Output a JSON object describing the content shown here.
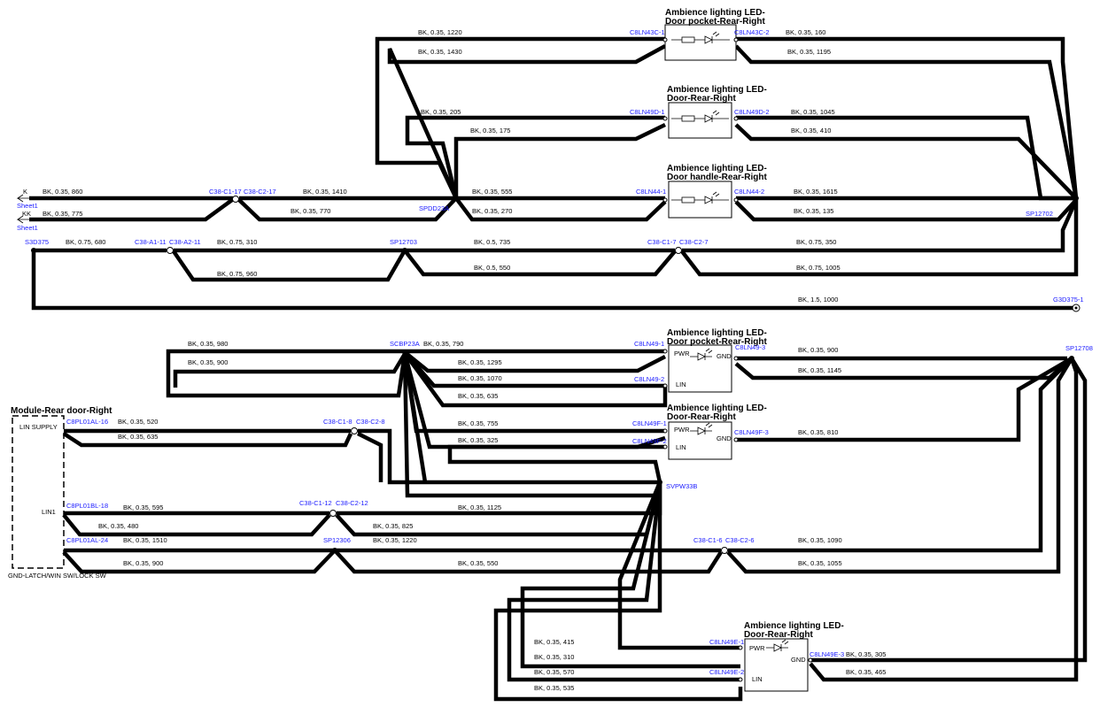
{
  "components": {
    "c1": {
      "title1": "Ambience lighting LED-",
      "title2": "Door pocket-Rear-Right"
    },
    "c2": {
      "title1": "Ambience lighting LED-",
      "title2": "Door-Rear-Right"
    },
    "c3": {
      "title1": "Ambience lighting LED-",
      "title2": "Door handle-Rear-Right"
    },
    "c4": {
      "title1": "Ambience lighting LED-",
      "title2": "Door pocket-Rear-Right",
      "pwr": "PWR",
      "gnd": "GND",
      "lin": "LIN"
    },
    "c5": {
      "title1": "Ambience lighting LED-",
      "title2": "Door-Rear-Right",
      "pwr": "PWR",
      "gnd": "GND",
      "lin": "LIN"
    },
    "c6": {
      "title1": "Ambience lighting LED-",
      "title2": "Door-Rear-Right",
      "pwr": "PWR",
      "gnd": "GND",
      "lin": "LIN"
    }
  },
  "module": {
    "title": "Module-Rear door-Right",
    "lin_supply": "LIN SUPPLY",
    "lin1": "LIN1",
    "gnd": "GND-LATCH/WIN SW/LOCK SW"
  },
  "sheet": {
    "k": "K",
    "kk": "KK",
    "ref1": "Sheet1",
    "ref2": "Sheet1"
  },
  "pins": {
    "c8ln43c1": "C8LN43C-1",
    "c8ln43c2": "C8LN43C-2",
    "c8ln49d1": "C8LN49D-1",
    "c8ln49d2": "C8LN49D-2",
    "c8ln441": "C8LN44-1",
    "c8ln442": "C8LN44-2",
    "c38c117": "C38-C1-17",
    "c38c217": "C38-C2-17",
    "spdd23a": "SPDD23A",
    "sp12702": "SP12702",
    "s3d375": "S3D375",
    "c38a111": "C38-A1-11",
    "c38a211": "C38-A2-11",
    "sp12703": "SP12703",
    "c38c17": "C38-C1-7",
    "c38c27": "C38-C2-7",
    "g3d3751": "G3D375-1",
    "scbp23a": "SCBP23A",
    "c8ln491": "C8LN49-1",
    "c8ln493": "C8LN49-3",
    "c8ln492": "C8LN49-2",
    "sp12708": "SP12708",
    "c8ln49f1": "C8LN49F-1",
    "c8ln49f3": "C8LN49F-3",
    "c8ln49f2": "C8LN49F-2",
    "svpw33b": "SVPW33B",
    "c8pl01al16": "C8PL01AL-16",
    "c38c18": "C38-C1-8",
    "c38c28": "C38-C2-8",
    "c8pl01bl18": "C8PL01BL-18",
    "c38c112": "C38-C1-12",
    "c38c212": "C38-C2-12",
    "c8pl01al24": "C8PL01AL-24",
    "sp12306": "SP12306",
    "c38c16": "C38-C1-6",
    "c38c26": "C38-C2-6",
    "c8ln49e1": "C8LN49E-1",
    "c8ln49e3": "C8LN49E-3",
    "c8ln49e2": "C8LN49E-2"
  },
  "wires": {
    "w01": "BK,  0.35,  1220",
    "w02": "BK,  0.35,  1430",
    "w03": "BK,  0.35,  160",
    "w04": "BK,  0.35,  1195",
    "w05": "BK,  0.35,  205",
    "w06": "BK,  0.35,  175",
    "w07": "BK,  0.35,  1045",
    "w08": "BK,  0.35,  410",
    "w09": "BK,  0.35,  860",
    "w10": "BK,  0.35,  775",
    "w11": "BK,  0.35,  1410",
    "w12": "BK,  0.35,  770",
    "w13": "BK,  0.35,  555",
    "w14": "BK,  0.35,  270",
    "w15": "BK,  0.35,  1615",
    "w16": "BK,  0.35,  135",
    "w17": "BK,  0.75,  680",
    "w18": "BK,  0.75,  310",
    "w19": "BK,  0.75,  960",
    "w20": "BK,  0.5,  735",
    "w21": "BK,  0.5,  550",
    "w22": "BK,  0.75,  350",
    "w23": "BK,  0.75,  1005",
    "w24": "BK,  1.5,  1000",
    "w25": "BK,  0.35,  980",
    "w26": "BK,  0.35,  900",
    "w27": "BK,  0.35,  790",
    "w28": "BK,  0.35,  1295",
    "w29": "BK,  0.35,  1070",
    "w30": "BK,  0.35,  635",
    "w31": "BK,  0.35,  900",
    "w32": "BK,  0.35,  1145",
    "w33": "BK,  0.35,  755",
    "w34": "BK,  0.35,  325",
    "w35": "BK,  0.35,  810",
    "w36": "BK,  0.35,  520",
    "w37": "BK,  0.35,  635",
    "w38": "BK,  0.35,  595",
    "w39": "BK,  0.35,  480",
    "w40": "BK,  0.35,  1125",
    "w41": "BK,  0.35,  825",
    "w42": "BK,  0.35,  1510",
    "w43": "BK,  0.35,  1220",
    "w44": "BK,  0.35,  900",
    "w45": "BK,  0.35,  550",
    "w46": "BK,  0.35,  1090",
    "w47": "BK,  0.35,  1055",
    "w48": "BK,  0.35,  415",
    "w49": "BK,  0.35,  310",
    "w50": "BK,  0.35,  570",
    "w51": "BK,  0.35,  535",
    "w52": "BK,  0.35,  305",
    "w53": "BK,  0.35,  465"
  }
}
